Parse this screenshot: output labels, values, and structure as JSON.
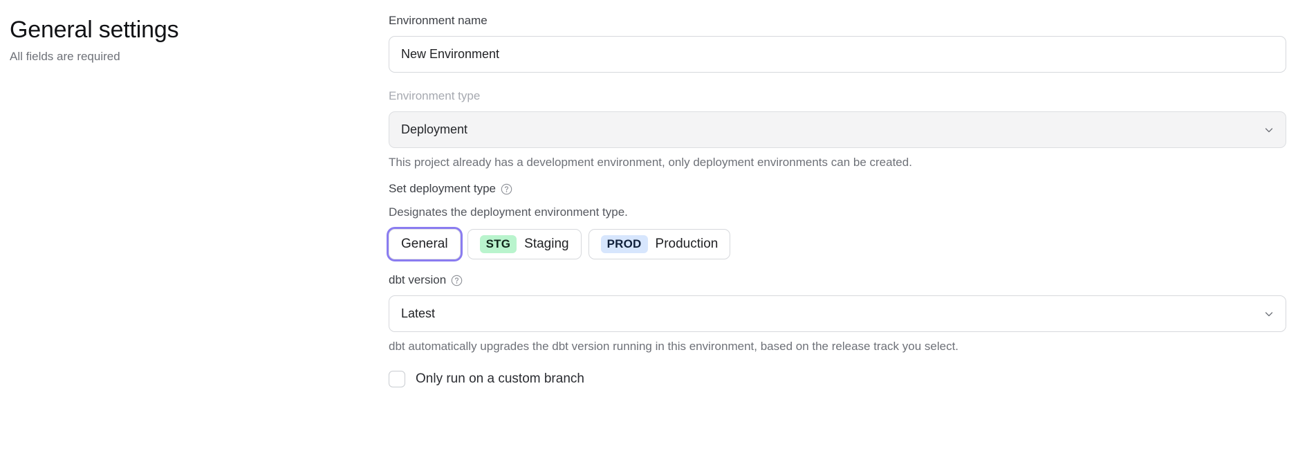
{
  "header": {
    "title": "General settings",
    "subtitle": "All fields are required"
  },
  "environment_name": {
    "label": "Environment name",
    "value": "New Environment",
    "placeholder": "Environment name"
  },
  "environment_type": {
    "label": "Environment type",
    "value": "Deployment",
    "disabled": true,
    "helper": "This project already has a development environment, only deployment environments can be created.",
    "chevron_icon": "chevron-down-icon"
  },
  "deployment_type": {
    "label": "Set deployment type",
    "help_icon": "help-circle-icon",
    "description": "Designates the deployment environment type.",
    "options": [
      {
        "badge": "",
        "label": "General",
        "selected": true,
        "badge_bg": "",
        "badge_color": ""
      },
      {
        "badge": "STG",
        "label": "Staging",
        "selected": false,
        "badge_bg": "#b9f4cd",
        "badge_color": "#10261a"
      },
      {
        "badge": "PROD",
        "label": "Production",
        "selected": false,
        "badge_bg": "#d7e6fd",
        "badge_color": "#10203a"
      }
    ],
    "focus_ring_color": "#8a7cf0"
  },
  "dbt_version": {
    "label": "dbt version",
    "help_icon": "help-circle-icon",
    "value": "Latest",
    "helper": "dbt automatically upgrades the dbt version running in this environment, based on the release track you select.",
    "chevron_icon": "chevron-down-icon"
  },
  "custom_branch": {
    "label": "Only run on a custom branch",
    "checked": false
  }
}
